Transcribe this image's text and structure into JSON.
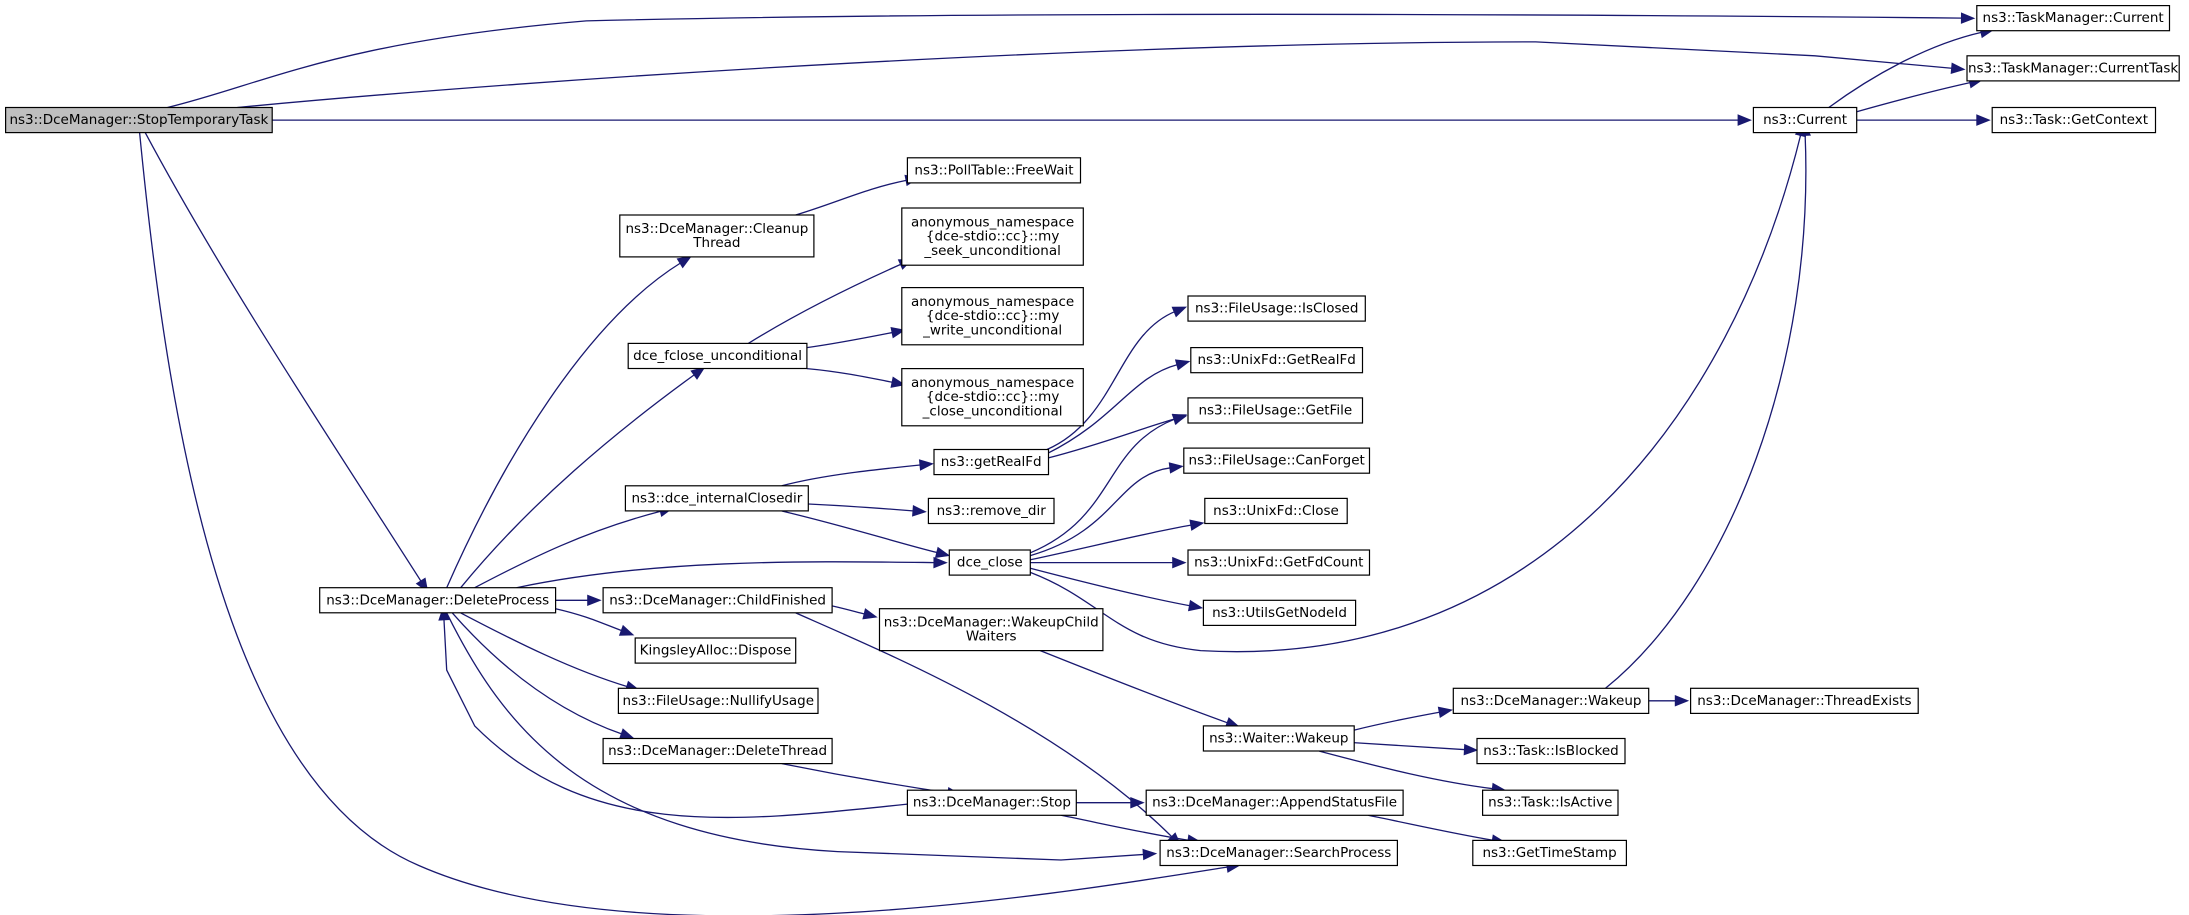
{
  "nodes": [
    {
      "id": "stoptemp",
      "lines": [
        "ns3::DceManager::StopTemporaryTask"
      ],
      "root": true
    },
    {
      "id": "tmcurrent",
      "lines": [
        "ns3::TaskManager::Current"
      ]
    },
    {
      "id": "tmcurrenttask",
      "lines": [
        "ns3::TaskManager::CurrentTask"
      ]
    },
    {
      "id": "current",
      "lines": [
        "ns3::Current"
      ]
    },
    {
      "id": "getcontext",
      "lines": [
        "ns3::Task::GetContext"
      ]
    },
    {
      "id": "deleteprocess",
      "lines": [
        "ns3::DceManager::DeleteProcess"
      ]
    },
    {
      "id": "cleanupthread",
      "lines": [
        "ns3::DceManager::Cleanup",
        "Thread"
      ]
    },
    {
      "id": "freewait",
      "lines": [
        "ns3::PollTable::FreeWait"
      ]
    },
    {
      "id": "fcloseuncond",
      "lines": [
        "dce_fclose_unconditional"
      ]
    },
    {
      "id": "seekuncond",
      "lines": [
        "anonymous_namespace",
        "{dce-stdio::cc}::my",
        "_seek_unconditional"
      ]
    },
    {
      "id": "writeuncond",
      "lines": [
        "anonymous_namespace",
        "{dce-stdio::cc}::my",
        "_write_unconditional"
      ]
    },
    {
      "id": "closeuncond",
      "lines": [
        "anonymous_namespace",
        "{dce-stdio::cc}::my",
        "_close_unconditional"
      ]
    },
    {
      "id": "internalclosedir",
      "lines": [
        "ns3::dce_internalClosedir"
      ]
    },
    {
      "id": "getrealfd",
      "lines": [
        "ns3::getRealFd"
      ]
    },
    {
      "id": "removedir",
      "lines": [
        "ns3::remove_dir"
      ]
    },
    {
      "id": "dceclose",
      "lines": [
        "dce_close"
      ]
    },
    {
      "id": "isclosed",
      "lines": [
        "ns3::FileUsage::IsClosed"
      ]
    },
    {
      "id": "unixgetrealfd",
      "lines": [
        "ns3::UnixFd::GetRealFd"
      ]
    },
    {
      "id": "getfile",
      "lines": [
        "ns3::FileUsage::GetFile"
      ]
    },
    {
      "id": "canforget",
      "lines": [
        "ns3::FileUsage::CanForget"
      ]
    },
    {
      "id": "unixclose",
      "lines": [
        "ns3::UnixFd::Close"
      ]
    },
    {
      "id": "getfdcount",
      "lines": [
        "ns3::UnixFd::GetFdCount"
      ]
    },
    {
      "id": "utilsgetnodeid",
      "lines": [
        "ns3::UtilsGetNodeId"
      ]
    },
    {
      "id": "childfinished",
      "lines": [
        "ns3::DceManager::ChildFinished"
      ]
    },
    {
      "id": "wakeupchild",
      "lines": [
        "ns3::DceManager::WakeupChild",
        "Waiters"
      ]
    },
    {
      "id": "kingsley",
      "lines": [
        "KingsleyAlloc::Dispose"
      ]
    },
    {
      "id": "nullifyusage",
      "lines": [
        "ns3::FileUsage::NullifyUsage"
      ]
    },
    {
      "id": "deletethread",
      "lines": [
        "ns3::DceManager::DeleteThread"
      ]
    },
    {
      "id": "stop",
      "lines": [
        "ns3::DceManager::Stop"
      ]
    },
    {
      "id": "searchprocess",
      "lines": [
        "ns3::DceManager::SearchProcess"
      ]
    },
    {
      "id": "appendstatus",
      "lines": [
        "ns3::DceManager::AppendStatusFile"
      ]
    },
    {
      "id": "waiterwakeup",
      "lines": [
        "ns3::Waiter::Wakeup"
      ]
    },
    {
      "id": "dcewakeup",
      "lines": [
        "ns3::DceManager::Wakeup"
      ]
    },
    {
      "id": "threadexists",
      "lines": [
        "ns3::DceManager::ThreadExists"
      ]
    },
    {
      "id": "isblocked",
      "lines": [
        "ns3::Task::IsBlocked"
      ]
    },
    {
      "id": "isactive",
      "lines": [
        "ns3::Task::IsActive"
      ]
    },
    {
      "id": "gettimestamp",
      "lines": [
        "ns3::GetTimeStamp"
      ]
    }
  ],
  "edges": [
    {
      "from": "stoptemp",
      "to": "tmcurrent"
    },
    {
      "from": "stoptemp",
      "to": "tmcurrenttask"
    },
    {
      "from": "stoptemp",
      "to": "current"
    },
    {
      "from": "stoptemp",
      "to": "deleteprocess"
    },
    {
      "from": "stoptemp",
      "to": "searchprocess"
    },
    {
      "from": "current",
      "to": "tmcurrent"
    },
    {
      "from": "current",
      "to": "tmcurrenttask"
    },
    {
      "from": "current",
      "to": "getcontext"
    },
    {
      "from": "deleteprocess",
      "to": "cleanupthread"
    },
    {
      "from": "deleteprocess",
      "to": "fcloseuncond"
    },
    {
      "from": "deleteprocess",
      "to": "internalclosedir"
    },
    {
      "from": "deleteprocess",
      "to": "dceclose"
    },
    {
      "from": "deleteprocess",
      "to": "childfinished"
    },
    {
      "from": "deleteprocess",
      "to": "kingsley"
    },
    {
      "from": "deleteprocess",
      "to": "nullifyusage"
    },
    {
      "from": "deleteprocess",
      "to": "deletethread"
    },
    {
      "from": "deleteprocess",
      "to": "searchprocess"
    },
    {
      "from": "cleanupthread",
      "to": "freewait"
    },
    {
      "from": "fcloseuncond",
      "to": "seekuncond"
    },
    {
      "from": "fcloseuncond",
      "to": "writeuncond"
    },
    {
      "from": "fcloseuncond",
      "to": "closeuncond"
    },
    {
      "from": "internalclosedir",
      "to": "getrealfd"
    },
    {
      "from": "internalclosedir",
      "to": "removedir"
    },
    {
      "from": "internalclosedir",
      "to": "dceclose"
    },
    {
      "from": "getrealfd",
      "to": "isclosed"
    },
    {
      "from": "getrealfd",
      "to": "unixgetrealfd"
    },
    {
      "from": "getrealfd",
      "to": "getfile"
    },
    {
      "from": "dceclose",
      "to": "getfile"
    },
    {
      "from": "dceclose",
      "to": "canforget"
    },
    {
      "from": "dceclose",
      "to": "unixclose"
    },
    {
      "from": "dceclose",
      "to": "getfdcount"
    },
    {
      "from": "dceclose",
      "to": "utilsgetnodeid"
    },
    {
      "from": "dceclose",
      "to": "current"
    },
    {
      "from": "childfinished",
      "to": "wakeupchild"
    },
    {
      "from": "childfinished",
      "to": "searchprocess"
    },
    {
      "from": "wakeupchild",
      "to": "waiterwakeup"
    },
    {
      "from": "waiterwakeup",
      "to": "dcewakeup"
    },
    {
      "from": "waiterwakeup",
      "to": "isblocked"
    },
    {
      "from": "waiterwakeup",
      "to": "isactive"
    },
    {
      "from": "dcewakeup",
      "to": "current"
    },
    {
      "from": "dcewakeup",
      "to": "threadexists"
    },
    {
      "from": "deletethread",
      "to": "stop"
    },
    {
      "from": "stop",
      "to": "deleteprocess"
    },
    {
      "from": "stop",
      "to": "appendstatus"
    },
    {
      "from": "stop",
      "to": "searchprocess"
    },
    {
      "from": "appendstatus",
      "to": "gettimestamp"
    }
  ]
}
